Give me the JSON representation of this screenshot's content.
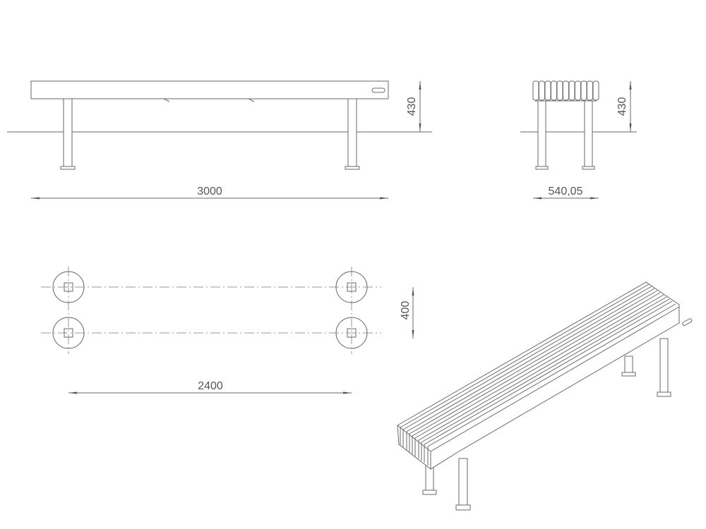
{
  "front_view": {
    "length_dim": "3000",
    "height_dim": "430"
  },
  "side_view": {
    "width_dim": "540,05",
    "height_dim": "430"
  },
  "plan_view": {
    "leg_spacing_length_dim": "2400",
    "leg_spacing_width_dim": "400"
  },
  "colors": {
    "line": "#6a6a6a",
    "center_line": "#999999",
    "text": "#555555"
  }
}
